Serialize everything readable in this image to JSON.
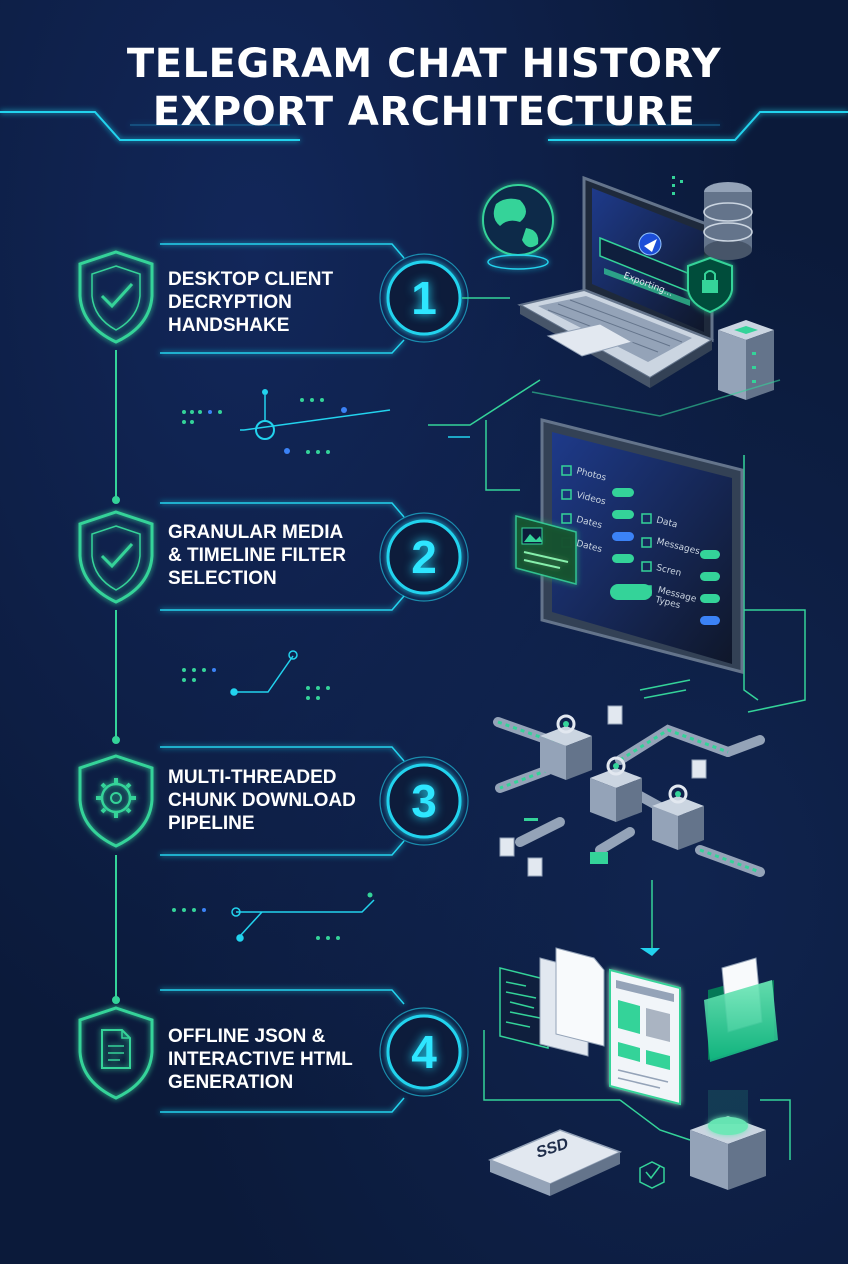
{
  "title": {
    "line1": "TELEGRAM CHAT HISTORY",
    "line2": "EXPORT ARCHITECTURE"
  },
  "colors": {
    "background": "#0b1a3a",
    "accent_cyan": "#22d3ee",
    "accent_green": "#34d399",
    "text": "#ffffff"
  },
  "steps": [
    {
      "number": "1",
      "icon": "shield-check-icon",
      "lines": [
        "DESKTOP CLIENT",
        "DECRYPTION",
        "HANDSHAKE"
      ]
    },
    {
      "number": "2",
      "icon": "shield-check-icon",
      "lines": [
        "GRANULAR MEDIA",
        "& TIMELINE FILTER",
        "SELECTION"
      ]
    },
    {
      "number": "3",
      "icon": "gear-icon",
      "lines": [
        "MULTI-THREADED",
        "CHUNK DOWNLOAD",
        "PIPELINE"
      ]
    },
    {
      "number": "4",
      "icon": "document-icon",
      "lines": [
        "OFFLINE JSON &",
        "INTERACTIVE HTML",
        "GENERATION"
      ]
    }
  ],
  "illustrations": {
    "laptop_status": "Exporting...",
    "filter_panel": {
      "left_options": [
        "Photos",
        "Videos",
        "Dates",
        "Dates"
      ],
      "right_options": [
        "Data",
        "Messages",
        "Scren",
        "Message Types"
      ]
    },
    "ssd_label": "SSD"
  }
}
